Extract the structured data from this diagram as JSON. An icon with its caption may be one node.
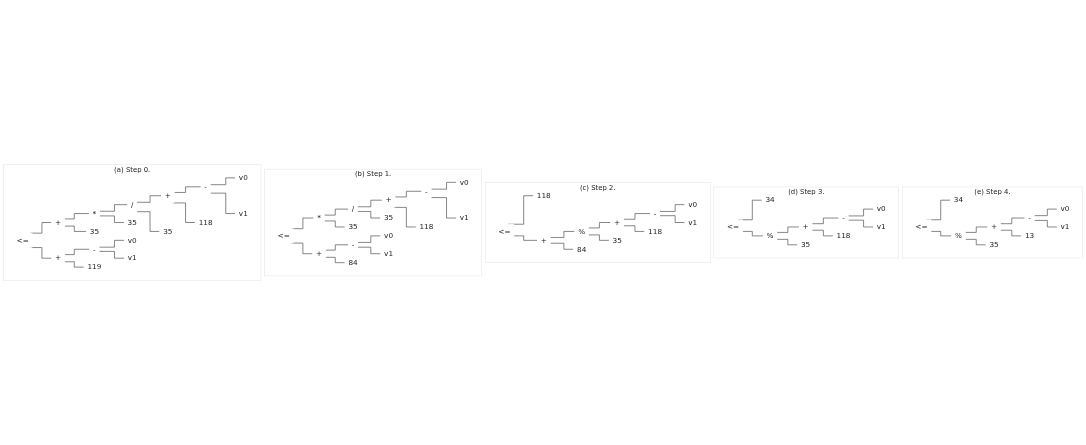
{
  "diagram": {
    "nodes": [
      {
        "text": [
          "(a) Step 0."
        ]
      },
      {
        "text": [
          "<="
        ],
        "in": 0
      },
      {
        "text": [
          "+"
        ],
        "in": 0
      },
      {
        "text": [
          "*"
        ],
        "in": 0
      },
      {
        "text": [
          "/"
        ],
        "in": 0
      },
      {
        "text": [
          "+"
        ],
        "in": 0
      },
      {
        "text": [
          "-"
        ],
        "in": 0
      },
      {
        "text": [
          "v0"
        ],
        "in": 0
      },
      {
        "text": [
          "v1"
        ],
        "in": 0
      },
      {
        "text": [
          "118"
        ],
        "in": 0
      },
      {
        "text": [
          "35"
        ],
        "in": 0
      },
      {
        "text": [
          "35"
        ],
        "in": 0
      },
      {
        "text": [
          "35"
        ],
        "in": 0
      },
      {
        "text": [
          "+"
        ],
        "in": 0
      },
      {
        "text": [
          "-"
        ],
        "in": 0
      },
      {
        "text": [
          "v0"
        ],
        "in": 0
      },
      {
        "text": [
          "v1"
        ],
        "in": 0
      },
      {
        "text": [
          "119"
        ],
        "in": 0
      },
      {
        "text": [
          "(b) Step 1."
        ]
      },
      {
        "text": [
          "<="
        ],
        "in": 18
      },
      {
        "text": [
          "*"
        ],
        "in": 18
      },
      {
        "text": [
          "/"
        ],
        "in": 18
      },
      {
        "text": [
          "+"
        ],
        "in": 18
      },
      {
        "text": [
          "-"
        ],
        "in": 18
      },
      {
        "text": [
          "v0"
        ],
        "in": 18
      },
      {
        "text": [
          "v1"
        ],
        "in": 18
      },
      {
        "text": [
          "118"
        ],
        "in": 18
      },
      {
        "text": [
          "35"
        ],
        "in": 18
      },
      {
        "text": [
          "35"
        ],
        "in": 18
      },
      {
        "text": [
          "+"
        ],
        "in": 18
      },
      {
        "text": [
          "-"
        ],
        "in": 18
      },
      {
        "text": [
          "v0"
        ],
        "in": 18
      },
      {
        "text": [
          "v1"
        ],
        "in": 18
      },
      {
        "text": [
          "84"
        ],
        "in": 18
      },
      {
        "text": [
          "(c) Step 2."
        ]
      },
      {
        "text": [
          "<="
        ],
        "in": 34
      },
      {
        "text": [
          "118"
        ],
        "in": 34
      },
      {
        "text": [
          "+"
        ],
        "in": 34
      },
      {
        "text": [
          "%"
        ],
        "in": 34
      },
      {
        "text": [
          "+"
        ],
        "in": 34
      },
      {
        "text": [
          "-"
        ],
        "in": 34
      },
      {
        "text": [
          "v0"
        ],
        "in": 34
      },
      {
        "text": [
          "v1"
        ],
        "in": 34
      },
      {
        "text": [
          "118"
        ],
        "in": 34
      },
      {
        "text": [
          "35"
        ],
        "in": 34
      },
      {
        "text": [
          "84"
        ],
        "in": 34
      },
      {
        "text": [
          "(d) Step 3."
        ]
      },
      {
        "text": [
          "<="
        ],
        "in": 46
      },
      {
        "text": [
          "34"
        ],
        "in": 46
      },
      {
        "text": [
          "%"
        ],
        "in": 46
      },
      {
        "text": [
          "+"
        ],
        "in": 46
      },
      {
        "text": [
          "-"
        ],
        "in": 46
      },
      {
        "text": [
          "v0"
        ],
        "in": 46
      },
      {
        "text": [
          "v1"
        ],
        "in": 46
      },
      {
        "text": [
          "118"
        ],
        "in": 46
      },
      {
        "text": [
          "35"
        ],
        "in": 46
      },
      {
        "text": [
          "(e) Step 4."
        ]
      },
      {
        "text": [
          "<="
        ],
        "in": 56
      },
      {
        "text": [
          "34"
        ],
        "in": 56
      },
      {
        "text": [
          "%"
        ],
        "in": 56
      },
      {
        "text": [
          "+"
        ],
        "in": 56
      },
      {
        "text": [
          "-"
        ],
        "in": 56
      },
      {
        "text": [
          "v0"
        ],
        "in": 56
      },
      {
        "text": [
          "v1"
        ],
        "in": 56
      },
      {
        "text": [
          "13"
        ],
        "in": 56
      },
      {
        "text": [
          "35"
        ],
        "in": 56
      }
    ],
    "edges": [
      {
        "from": 1,
        "to": 2,
        "arrow": "none"
      },
      {
        "from": 2,
        "to": 3,
        "arrow": "none"
      },
      {
        "from": 3,
        "to": 4,
        "arrow": "none"
      },
      {
        "from": 4,
        "to": 5,
        "arrow": "none"
      },
      {
        "from": 5,
        "to": 6,
        "arrow": "none"
      },
      {
        "from": 6,
        "to": 7,
        "arrow": "none"
      },
      {
        "from": 6,
        "to": 8,
        "arrow": "none"
      },
      {
        "from": 5,
        "to": 9,
        "arrow": "none"
      },
      {
        "from": 4,
        "to": 10,
        "arrow": "none"
      },
      {
        "from": 3,
        "to": 11,
        "arrow": "none"
      },
      {
        "from": 2,
        "to": 12,
        "arrow": "none"
      },
      {
        "from": 1,
        "to": 13,
        "arrow": "none"
      },
      {
        "from": 13,
        "to": 14,
        "arrow": "none"
      },
      {
        "from": 14,
        "to": 15,
        "arrow": "none"
      },
      {
        "from": 14,
        "to": 16,
        "arrow": "none"
      },
      {
        "from": 13,
        "to": 17,
        "arrow": "none"
      },
      {
        "from": 19,
        "to": 20,
        "arrow": "none"
      },
      {
        "from": 20,
        "to": 21,
        "arrow": "none"
      },
      {
        "from": 21,
        "to": 22,
        "arrow": "none"
      },
      {
        "from": 22,
        "to": 23,
        "arrow": "none"
      },
      {
        "from": 23,
        "to": 24,
        "arrow": "none"
      },
      {
        "from": 23,
        "to": 25,
        "arrow": "none"
      },
      {
        "from": 22,
        "to": 26,
        "arrow": "none"
      },
      {
        "from": 21,
        "to": 27,
        "arrow": "none"
      },
      {
        "from": 20,
        "to": 28,
        "arrow": "none"
      },
      {
        "from": 19,
        "to": 29,
        "arrow": "none"
      },
      {
        "from": 29,
        "to": 30,
        "arrow": "none"
      },
      {
        "from": 30,
        "to": 31,
        "arrow": "none"
      },
      {
        "from": 30,
        "to": 32,
        "arrow": "none"
      },
      {
        "from": 29,
        "to": 33,
        "arrow": "none"
      },
      {
        "from": 35,
        "to": 36,
        "arrow": "none"
      },
      {
        "from": 35,
        "to": 37,
        "arrow": "none"
      },
      {
        "from": 37,
        "to": 38,
        "arrow": "none"
      },
      {
        "from": 38,
        "to": 39,
        "arrow": "none"
      },
      {
        "from": 39,
        "to": 40,
        "arrow": "none"
      },
      {
        "from": 40,
        "to": 41,
        "arrow": "none"
      },
      {
        "from": 40,
        "to": 42,
        "arrow": "none"
      },
      {
        "from": 39,
        "to": 43,
        "arrow": "none"
      },
      {
        "from": 38,
        "to": 44,
        "arrow": "none"
      },
      {
        "from": 37,
        "to": 45,
        "arrow": "none"
      },
      {
        "from": 47,
        "to": 48,
        "arrow": "none"
      },
      {
        "from": 47,
        "to": 49,
        "arrow": "none"
      },
      {
        "from": 49,
        "to": 50,
        "arrow": "none"
      },
      {
        "from": 50,
        "to": 51,
        "arrow": "none"
      },
      {
        "from": 51,
        "to": 52,
        "arrow": "none"
      },
      {
        "from": 51,
        "to": 53,
        "arrow": "none"
      },
      {
        "from": 50,
        "to": 54,
        "arrow": "none"
      },
      {
        "from": 49,
        "to": 55,
        "arrow": "none"
      },
      {
        "from": 57,
        "to": 58,
        "arrow": "none"
      },
      {
        "from": 57,
        "to": 59,
        "arrow": "none"
      },
      {
        "from": 59,
        "to": 60,
        "arrow": "none"
      },
      {
        "from": 60,
        "to": 61,
        "arrow": "none"
      },
      {
        "from": 61,
        "to": 62,
        "arrow": "none"
      },
      {
        "from": 61,
        "to": 63,
        "arrow": "none"
      },
      {
        "from": 60,
        "to": 64,
        "arrow": "none"
      },
      {
        "from": 59,
        "to": 65,
        "arrow": "none"
      }
    ]
  }
}
